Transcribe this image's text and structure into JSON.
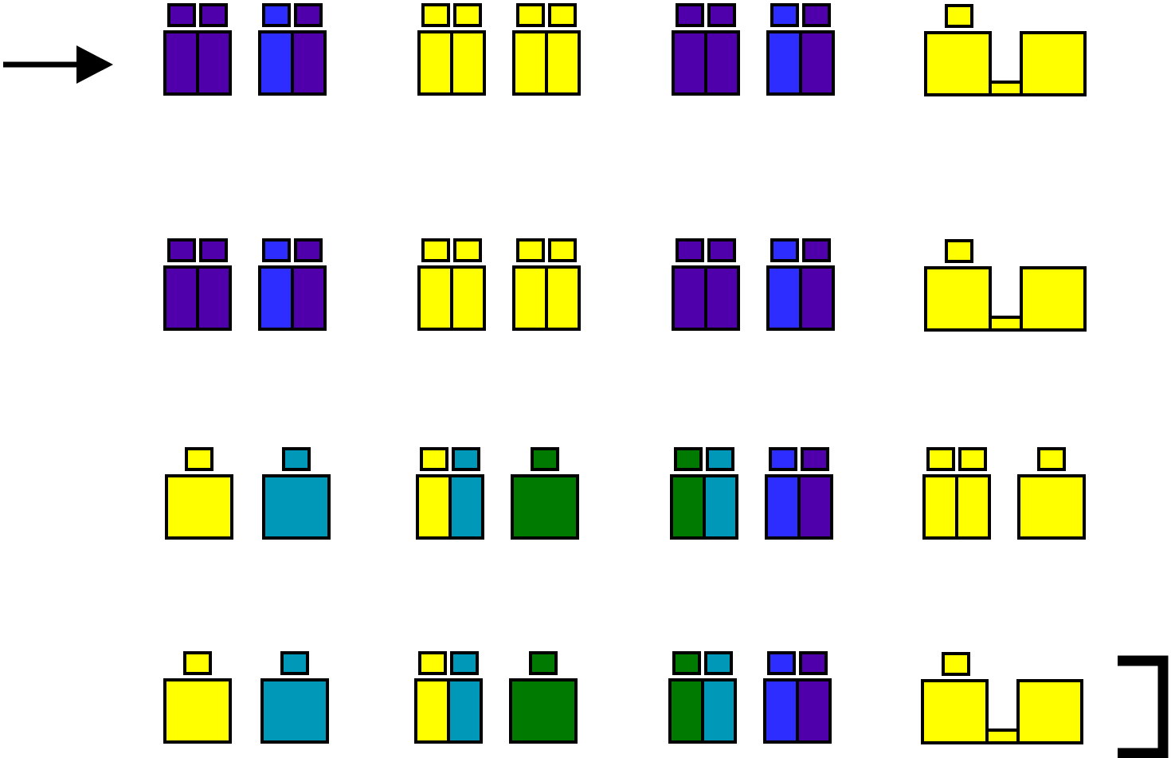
{
  "colors": {
    "purple": "#5000aa",
    "blue": "#2d2dff",
    "yellow": "#ffff00",
    "teal": "#0098b8",
    "green": "#007a00",
    "outline": "#000000"
  },
  "rows": [
    {
      "marker": "arrow",
      "pieces": [
        {
          "kind": "pair",
          "tops": [
            "purple",
            "purple"
          ],
          "bodies": [
            "purple",
            "purple"
          ]
        },
        {
          "kind": "pair",
          "tops": [
            "blue",
            "purple"
          ],
          "bodies": [
            "blue",
            "purple"
          ]
        },
        {
          "kind": "pair",
          "tops": [
            "yellow",
            "yellow"
          ],
          "bodies": [
            "yellow",
            "yellow"
          ]
        },
        {
          "kind": "pair",
          "tops": [
            "yellow",
            "yellow"
          ],
          "bodies": [
            "yellow",
            "yellow"
          ]
        },
        {
          "kind": "pair",
          "tops": [
            "purple",
            "purple"
          ],
          "bodies": [
            "purple",
            "purple"
          ]
        },
        {
          "kind": "pair",
          "tops": [
            "blue",
            "purple"
          ],
          "bodies": [
            "blue",
            "purple"
          ]
        },
        {
          "kind": "bridge",
          "color": "yellow"
        }
      ]
    },
    {
      "marker": "none",
      "pieces": [
        {
          "kind": "pair",
          "tops": [
            "purple",
            "purple"
          ],
          "bodies": [
            "purple",
            "purple"
          ]
        },
        {
          "kind": "pair",
          "tops": [
            "blue",
            "purple"
          ],
          "bodies": [
            "blue",
            "purple"
          ]
        },
        {
          "kind": "pair",
          "tops": [
            "yellow",
            "yellow"
          ],
          "bodies": [
            "yellow",
            "yellow"
          ]
        },
        {
          "kind": "pair",
          "tops": [
            "yellow",
            "yellow"
          ],
          "bodies": [
            "yellow",
            "yellow"
          ]
        },
        {
          "kind": "pair",
          "tops": [
            "purple",
            "purple"
          ],
          "bodies": [
            "purple",
            "purple"
          ]
        },
        {
          "kind": "pair",
          "tops": [
            "blue",
            "purple"
          ],
          "bodies": [
            "blue",
            "purple"
          ]
        },
        {
          "kind": "bridge",
          "color": "yellow"
        }
      ]
    },
    {
      "marker": "none",
      "pieces": [
        {
          "kind": "single",
          "color": "yellow"
        },
        {
          "kind": "single",
          "color": "teal"
        },
        {
          "kind": "pair",
          "tops": [
            "yellow",
            "teal"
          ],
          "bodies": [
            "yellow",
            "teal"
          ]
        },
        {
          "kind": "single",
          "color": "green"
        },
        {
          "kind": "pair",
          "tops": [
            "green",
            "teal"
          ],
          "bodies": [
            "green",
            "teal"
          ]
        },
        {
          "kind": "pair",
          "tops": [
            "blue",
            "purple"
          ],
          "bodies": [
            "blue",
            "purple"
          ]
        },
        {
          "kind": "pair",
          "tops": [
            "yellow",
            "yellow"
          ],
          "bodies": [
            "yellow",
            "yellow"
          ]
        },
        {
          "kind": "single",
          "color": "yellow"
        }
      ]
    },
    {
      "marker": "bracket",
      "pieces": [
        {
          "kind": "single",
          "color": "yellow"
        },
        {
          "kind": "single",
          "color": "teal"
        },
        {
          "kind": "pair",
          "tops": [
            "yellow",
            "teal"
          ],
          "bodies": [
            "yellow",
            "teal"
          ]
        },
        {
          "kind": "single",
          "color": "green"
        },
        {
          "kind": "pair",
          "tops": [
            "green",
            "teal"
          ],
          "bodies": [
            "green",
            "teal"
          ]
        },
        {
          "kind": "pair",
          "tops": [
            "blue",
            "purple"
          ],
          "bodies": [
            "blue",
            "purple"
          ]
        },
        {
          "kind": "bridge",
          "color": "yellow"
        }
      ]
    }
  ]
}
